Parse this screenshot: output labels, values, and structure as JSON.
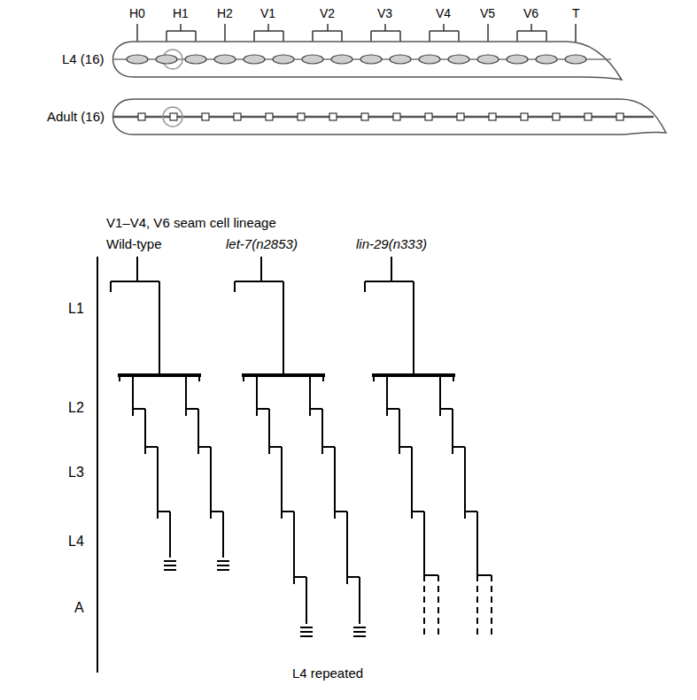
{
  "diagram": {
    "labels": [
      "H0",
      "H1",
      "H2",
      "V1",
      "V2",
      "V3",
      "V4",
      "V5",
      "V6",
      "T",
      "L4 (16)",
      "Adult (16)",
      "V1–V4, V6 seam cell lineage",
      "Wild-type",
      "let-7(n2853)",
      "lin-29(n333)",
      "L1",
      "L2",
      "L3",
      "L4",
      "A",
      "L4 repeated"
    ]
  }
}
